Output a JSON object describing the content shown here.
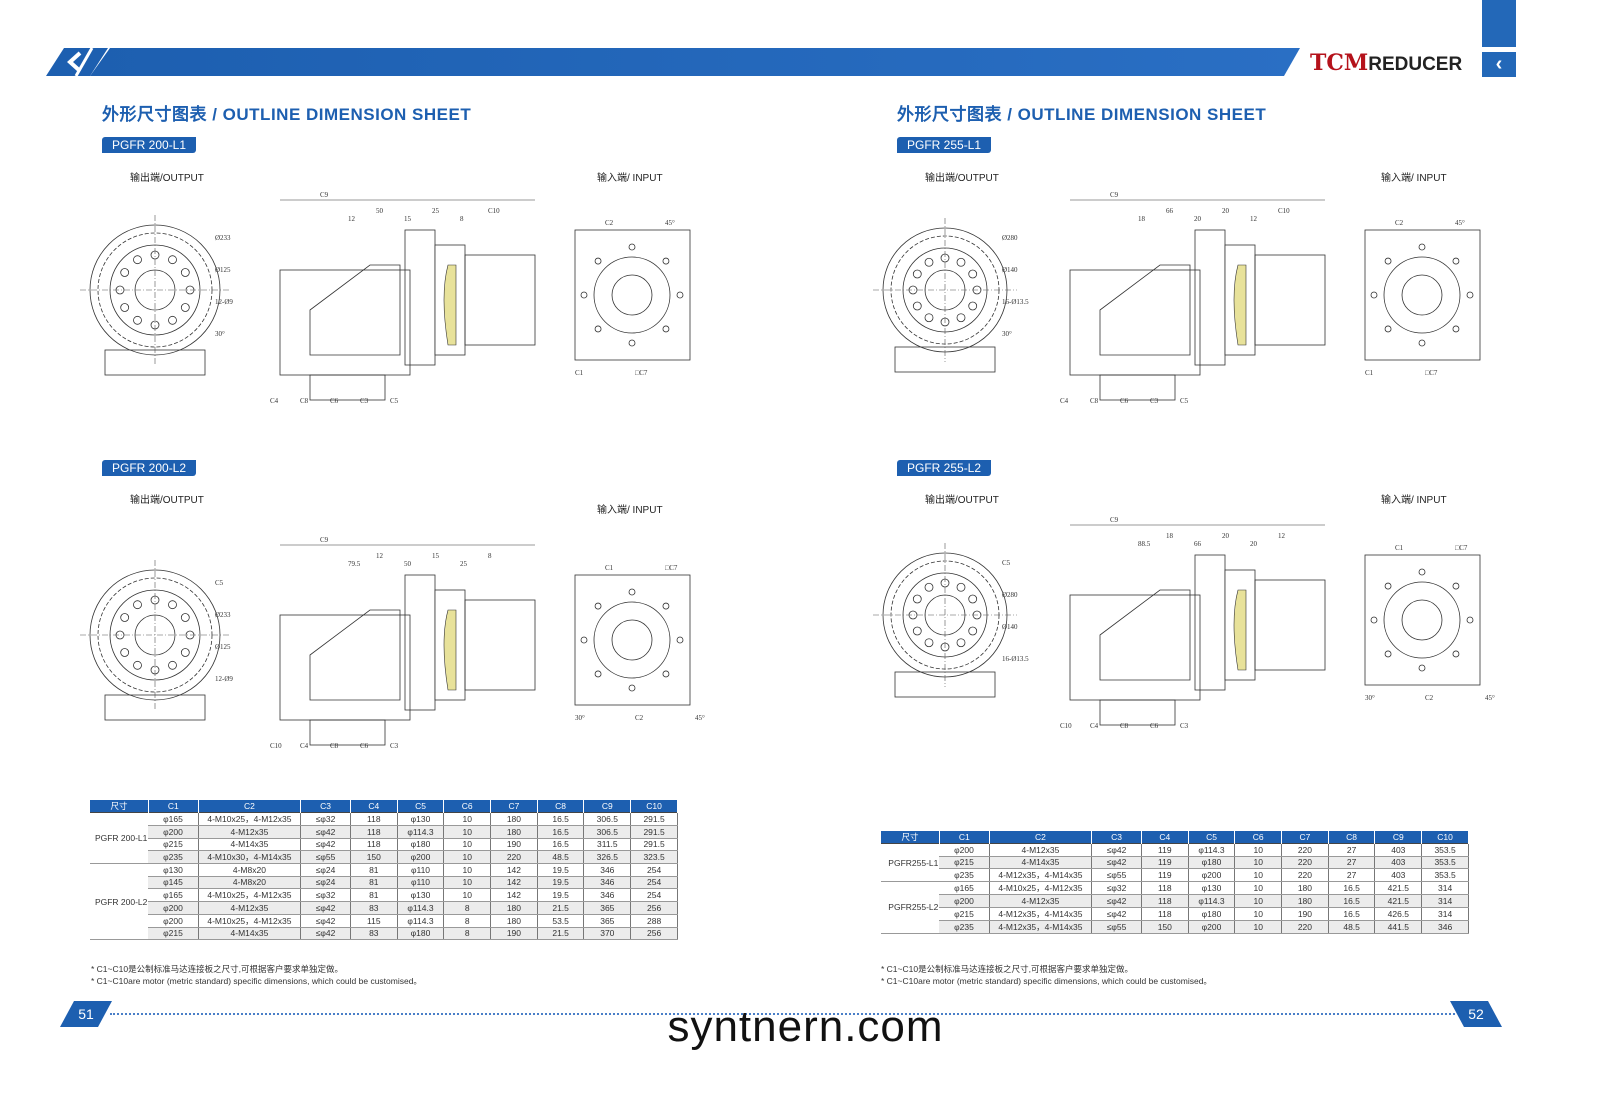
{
  "brand": {
    "logo": "TCM",
    "name": "REDUCER"
  },
  "colors": {
    "accent": "#1d5fb0",
    "logo_red": "#b5121b",
    "highlight": "#e8e29a"
  },
  "pages": [
    {
      "title": "外形尺寸图表 / OUTLINE DIMENSION SHEET",
      "page_number": "51",
      "sections": [
        {
          "badge": "PGFR 200-L1",
          "output_label": "输出端/OUTPUT",
          "input_label": "输入端/ INPUT",
          "dims": [
            "C9",
            "12",
            "50",
            "15",
            "25",
            "8",
            "C10",
            "C4",
            "C8",
            "C6",
            "C3",
            "C5",
            "Ø233",
            "Ø125",
            "12-Ø9",
            "30°",
            "C1",
            "C2",
            "□C7",
            "45°"
          ]
        },
        {
          "badge": "PGFR 200-L2",
          "output_label": "输出端/OUTPUT",
          "input_label": "输入端/ INPUT",
          "dims": [
            "C9",
            "79.5",
            "12",
            "50",
            "15",
            "25",
            "8",
            "C10",
            "C4",
            "C8",
            "C6",
            "C3",
            "C5",
            "Ø233",
            "Ø125",
            "12-Ø9",
            "30°",
            "C1",
            "C2",
            "□C7",
            "45°"
          ]
        }
      ],
      "table": {
        "headers": [
          "尺寸",
          "C1",
          "C2",
          "C3",
          "C4",
          "C5",
          "C6",
          "C7",
          "C8",
          "C9",
          "C10"
        ],
        "groups": [
          {
            "model": "PGFR 200-L1",
            "rows": [
              [
                "φ165",
                "4-M10x25，4-M12x35",
                "≤φ32",
                "118",
                "φ130",
                "10",
                "180",
                "16.5",
                "306.5",
                "291.5"
              ],
              [
                "φ200",
                "4-M12x35",
                "≤φ42",
                "118",
                "φ114.3",
                "10",
                "180",
                "16.5",
                "306.5",
                "291.5"
              ],
              [
                "φ215",
                "4-M14x35",
                "≤φ42",
                "118",
                "φ180",
                "10",
                "190",
                "16.5",
                "311.5",
                "291.5"
              ],
              [
                "φ235",
                "4-M10x30，4-M14x35",
                "≤φ55",
                "150",
                "φ200",
                "10",
                "220",
                "48.5",
                "326.5",
                "323.5"
              ]
            ]
          },
          {
            "model": "PGFR 200-L2",
            "rows": [
              [
                "φ130",
                "4-M8x20",
                "≤φ24",
                "81",
                "φ110",
                "10",
                "142",
                "19.5",
                "346",
                "254"
              ],
              [
                "φ145",
                "4-M8x20",
                "≤φ24",
                "81",
                "φ110",
                "10",
                "142",
                "19.5",
                "346",
                "254"
              ],
              [
                "φ165",
                "4-M10x25，4-M12x35",
                "≤φ32",
                "81",
                "φ130",
                "10",
                "142",
                "19.5",
                "346",
                "254"
              ],
              [
                "φ200",
                "4-M12x35",
                "≤φ42",
                "83",
                "φ114.3",
                "8",
                "180",
                "21.5",
                "365",
                "256"
              ],
              [
                "φ200",
                "4-M10x25，4-M12x35",
                "≤φ42",
                "115",
                "φ114.3",
                "8",
                "180",
                "53.5",
                "365",
                "288"
              ],
              [
                "φ215",
                "4-M14x35",
                "≤φ42",
                "83",
                "φ180",
                "8",
                "190",
                "21.5",
                "370",
                "256"
              ]
            ]
          }
        ]
      },
      "notes": [
        "* C1~C10是公制标准马达连接板之尺寸,可根据客户要求单独定做。",
        "* C1~C10are motor (metric standard) specific dimensions, which could be customised。"
      ]
    },
    {
      "title": "外形尺寸图表 / OUTLINE DIMENSION SHEET",
      "page_number": "52",
      "sections": [
        {
          "badge": "PGFR 255-L1",
          "output_label": "输出端/OUTPUT",
          "input_label": "输入端/ INPUT",
          "dims": [
            "C9",
            "18",
            "66",
            "20",
            "20",
            "12",
            "C10",
            "C4",
            "C8",
            "C6",
            "C3",
            "C5",
            "Ø280",
            "Ø140",
            "16-Ø13.5",
            "30°",
            "C1",
            "C2",
            "□C7",
            "45°"
          ]
        },
        {
          "badge": "PGFR 255-L2",
          "output_label": "输出端/OUTPUT",
          "input_label": "输入端/ INPUT",
          "dims": [
            "C9",
            "88.5",
            "18",
            "66",
            "20",
            "20",
            "12",
            "C10",
            "C4",
            "C8",
            "C6",
            "C3",
            "C5",
            "Ø280",
            "Ø140",
            "16-Ø13.5",
            "30°",
            "C1",
            "C2",
            "□C7",
            "45°"
          ]
        }
      ],
      "table": {
        "headers": [
          "尺寸",
          "C1",
          "C2",
          "C3",
          "C4",
          "C5",
          "C6",
          "C7",
          "C8",
          "C9",
          "C10"
        ],
        "groups": [
          {
            "model": "PGFR255-L1",
            "rows": [
              [
                "φ200",
                "4-M12x35",
                "≤φ42",
                "119",
                "φ114.3",
                "10",
                "220",
                "27",
                "403",
                "353.5"
              ],
              [
                "φ215",
                "4-M14x35",
                "≤φ42",
                "119",
                "φ180",
                "10",
                "220",
                "27",
                "403",
                "353.5"
              ],
              [
                "φ235",
                "4-M12x35，4-M14x35",
                "≤φ55",
                "119",
                "φ200",
                "10",
                "220",
                "27",
                "403",
                "353.5"
              ]
            ]
          },
          {
            "model": "PGFR255-L2",
            "rows": [
              [
                "φ165",
                "4-M10x25，4-M12x35",
                "≤φ32",
                "118",
                "φ130",
                "10",
                "180",
                "16.5",
                "421.5",
                "314"
              ],
              [
                "φ200",
                "4-M12x35",
                "≤φ42",
                "118",
                "φ114.3",
                "10",
                "180",
                "16.5",
                "421.5",
                "314"
              ],
              [
                "φ215",
                "4-M12x35，4-M14x35",
                "≤φ42",
                "118",
                "φ180",
                "10",
                "190",
                "16.5",
                "426.5",
                "314"
              ],
              [
                "φ235",
                "4-M12x35，4-M14x35",
                "≤φ55",
                "150",
                "φ200",
                "10",
                "220",
                "48.5",
                "441.5",
                "346"
              ]
            ]
          }
        ]
      },
      "notes": [
        "* C1~C10是公制标准马达连接板之尺寸,可根据客户要求单独定做。",
        "* C1~C10are motor (metric standard) specific dimensions, which could be customised。"
      ]
    }
  ],
  "watermark": "syntnern.com",
  "back_glyph": "‹"
}
